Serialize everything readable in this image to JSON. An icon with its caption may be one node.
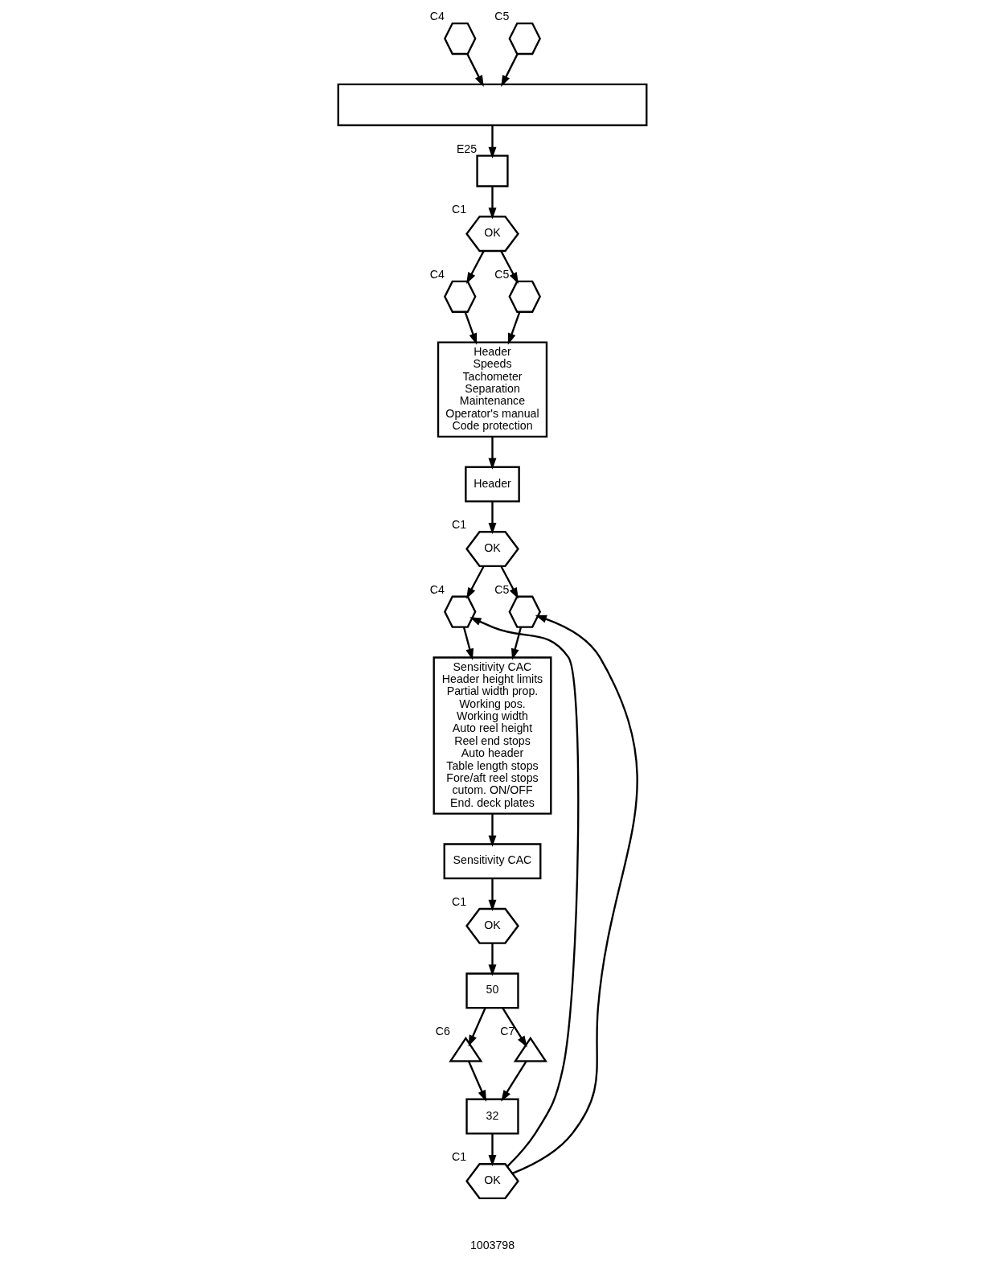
{
  "diagram": {
    "nodes": [
      {
        "text": [],
        "shape": "hexagon",
        "beside": [
          "C4"
        ]
      },
      {
        "text": [],
        "shape": "hexagon",
        "beside": [
          "C5"
        ]
      },
      {
        "text": [],
        "shape": "box"
      },
      {
        "text": [],
        "shape": "box",
        "beside": [
          "E25"
        ]
      },
      {
        "text": [
          "OK"
        ],
        "beside": [
          "C1"
        ]
      },
      {
        "text": [],
        "shape": "hexagon",
        "beside": [
          "C4"
        ]
      },
      {
        "text": [],
        "shape": "hexagon",
        "beside": [
          "C5"
        ]
      },
      {
        "text": [
          "Header",
          "Speeds",
          "Tachometer",
          "Separation",
          "Maintenance",
          "Operator's manual",
          "Code protection"
        ]
      },
      {
        "text": [
          "Header"
        ]
      },
      {
        "text": [
          "OK"
        ],
        "beside": [
          "C1"
        ]
      },
      {
        "text": [],
        "shape": "hexagon",
        "beside": [
          "C4"
        ]
      },
      {
        "text": [],
        "shape": "hexagon",
        "beside": [
          "C5"
        ]
      },
      {
        "text": [
          "Sensitivity CAC",
          "Header height limits",
          "Partial width prop.",
          "Working pos.",
          "Working width",
          "Auto reel height",
          "Reel end stops",
          "Auto header",
          "Table length stops",
          "Fore/aft reel stops",
          "cutom. ON/OFF",
          "End. deck plates"
        ]
      },
      {
        "text": [
          "Sensitivity CAC"
        ]
      },
      {
        "text": [
          "OK"
        ],
        "beside": [
          "C1"
        ]
      },
      {
        "text": [
          "50"
        ]
      },
      {
        "text": [],
        "shape": "triangle",
        "beside": [
          "C6"
        ]
      },
      {
        "text": [],
        "shape": "triangle",
        "beside": [
          "C7"
        ]
      },
      {
        "text": [
          "32"
        ]
      },
      {
        "text": [
          "OK"
        ],
        "beside": [
          "C1"
        ]
      }
    ],
    "edges": [
      {
        "from": 0,
        "to": 2,
        "arrow": "to"
      },
      {
        "from": 1,
        "to": 2,
        "arrow": "to"
      },
      {
        "from": 2,
        "to": 3,
        "arrow": "to"
      },
      {
        "from": 3,
        "to": 4,
        "arrow": "to"
      },
      {
        "from": 4,
        "to": 5,
        "arrow": "to"
      },
      {
        "from": 4,
        "to": 6,
        "arrow": "to"
      },
      {
        "from": 5,
        "to": 7,
        "arrow": "to"
      },
      {
        "from": 6,
        "to": 7,
        "arrow": "to"
      },
      {
        "from": 7,
        "to": 8,
        "arrow": "to"
      },
      {
        "from": 8,
        "to": 9,
        "arrow": "to"
      },
      {
        "from": 9,
        "to": 10,
        "arrow": "to"
      },
      {
        "from": 9,
        "to": 11,
        "arrow": "to"
      },
      {
        "from": 10,
        "to": 12,
        "arrow": "to"
      },
      {
        "from": 11,
        "to": 12,
        "arrow": "to"
      },
      {
        "from": 12,
        "to": 13,
        "arrow": "to"
      },
      {
        "from": 13,
        "to": 14,
        "arrow": "to"
      },
      {
        "from": 14,
        "to": 15,
        "arrow": "to"
      },
      {
        "from": 15,
        "to": 16,
        "arrow": "to"
      },
      {
        "from": 15,
        "to": 17,
        "arrow": "to"
      },
      {
        "from": 16,
        "to": 18,
        "arrow": "to"
      },
      {
        "from": 17,
        "to": 18,
        "arrow": "to"
      },
      {
        "from": 18,
        "to": 19,
        "arrow": "to"
      },
      {
        "from": 19,
        "to": 10,
        "arrow": "to"
      },
      {
        "from": 19,
        "to": 11,
        "arrow": "to"
      }
    ],
    "labels": [
      "1003798"
    ]
  }
}
